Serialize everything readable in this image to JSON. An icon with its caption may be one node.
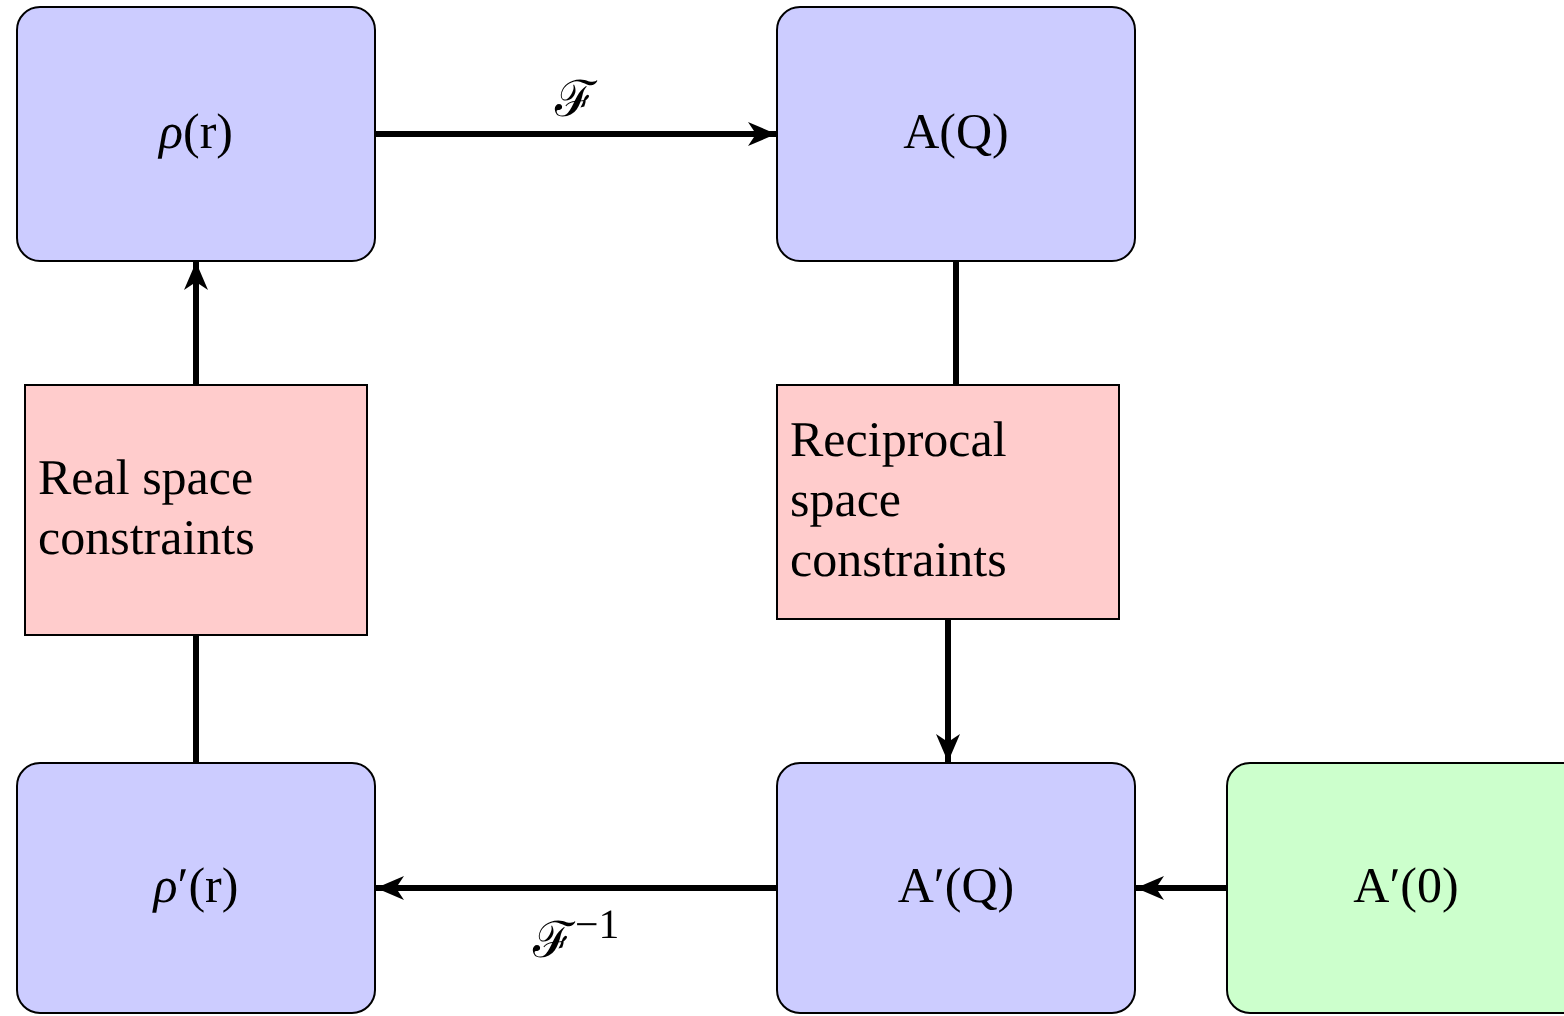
{
  "diagram": {
    "nodes": [
      {
        "text": [
          "*ρ*(r)"
        ]
      },
      {
        "text": [
          "A(Q)"
        ]
      },
      {
        "text": [
          "Real space constraints"
        ]
      },
      {
        "text": [
          "Reciprocal space constraints"
        ]
      },
      {
        "text": [
          "*ρ*′(r)"
        ]
      },
      {
        "text": [
          "A′(Q)"
        ]
      },
      {
        "text": [
          "A′(0)"
        ]
      }
    ],
    "edges": [
      {
        "from": 0,
        "to": 1,
        "arrow": "to",
        "label": "ℱ"
      },
      {
        "from": 1,
        "to": 3,
        "arrow": "none"
      },
      {
        "from": 3,
        "to": 5,
        "arrow": "to"
      },
      {
        "from": 5,
        "to": 4,
        "arrow": "to",
        "label": "ℱ$^{−1}$"
      },
      {
        "from": 6,
        "to": 5,
        "arrow": "to"
      },
      {
        "from": 4,
        "to": 2,
        "arrow": "none"
      },
      {
        "from": 2,
        "to": 0,
        "arrow": "to"
      }
    ]
  }
}
